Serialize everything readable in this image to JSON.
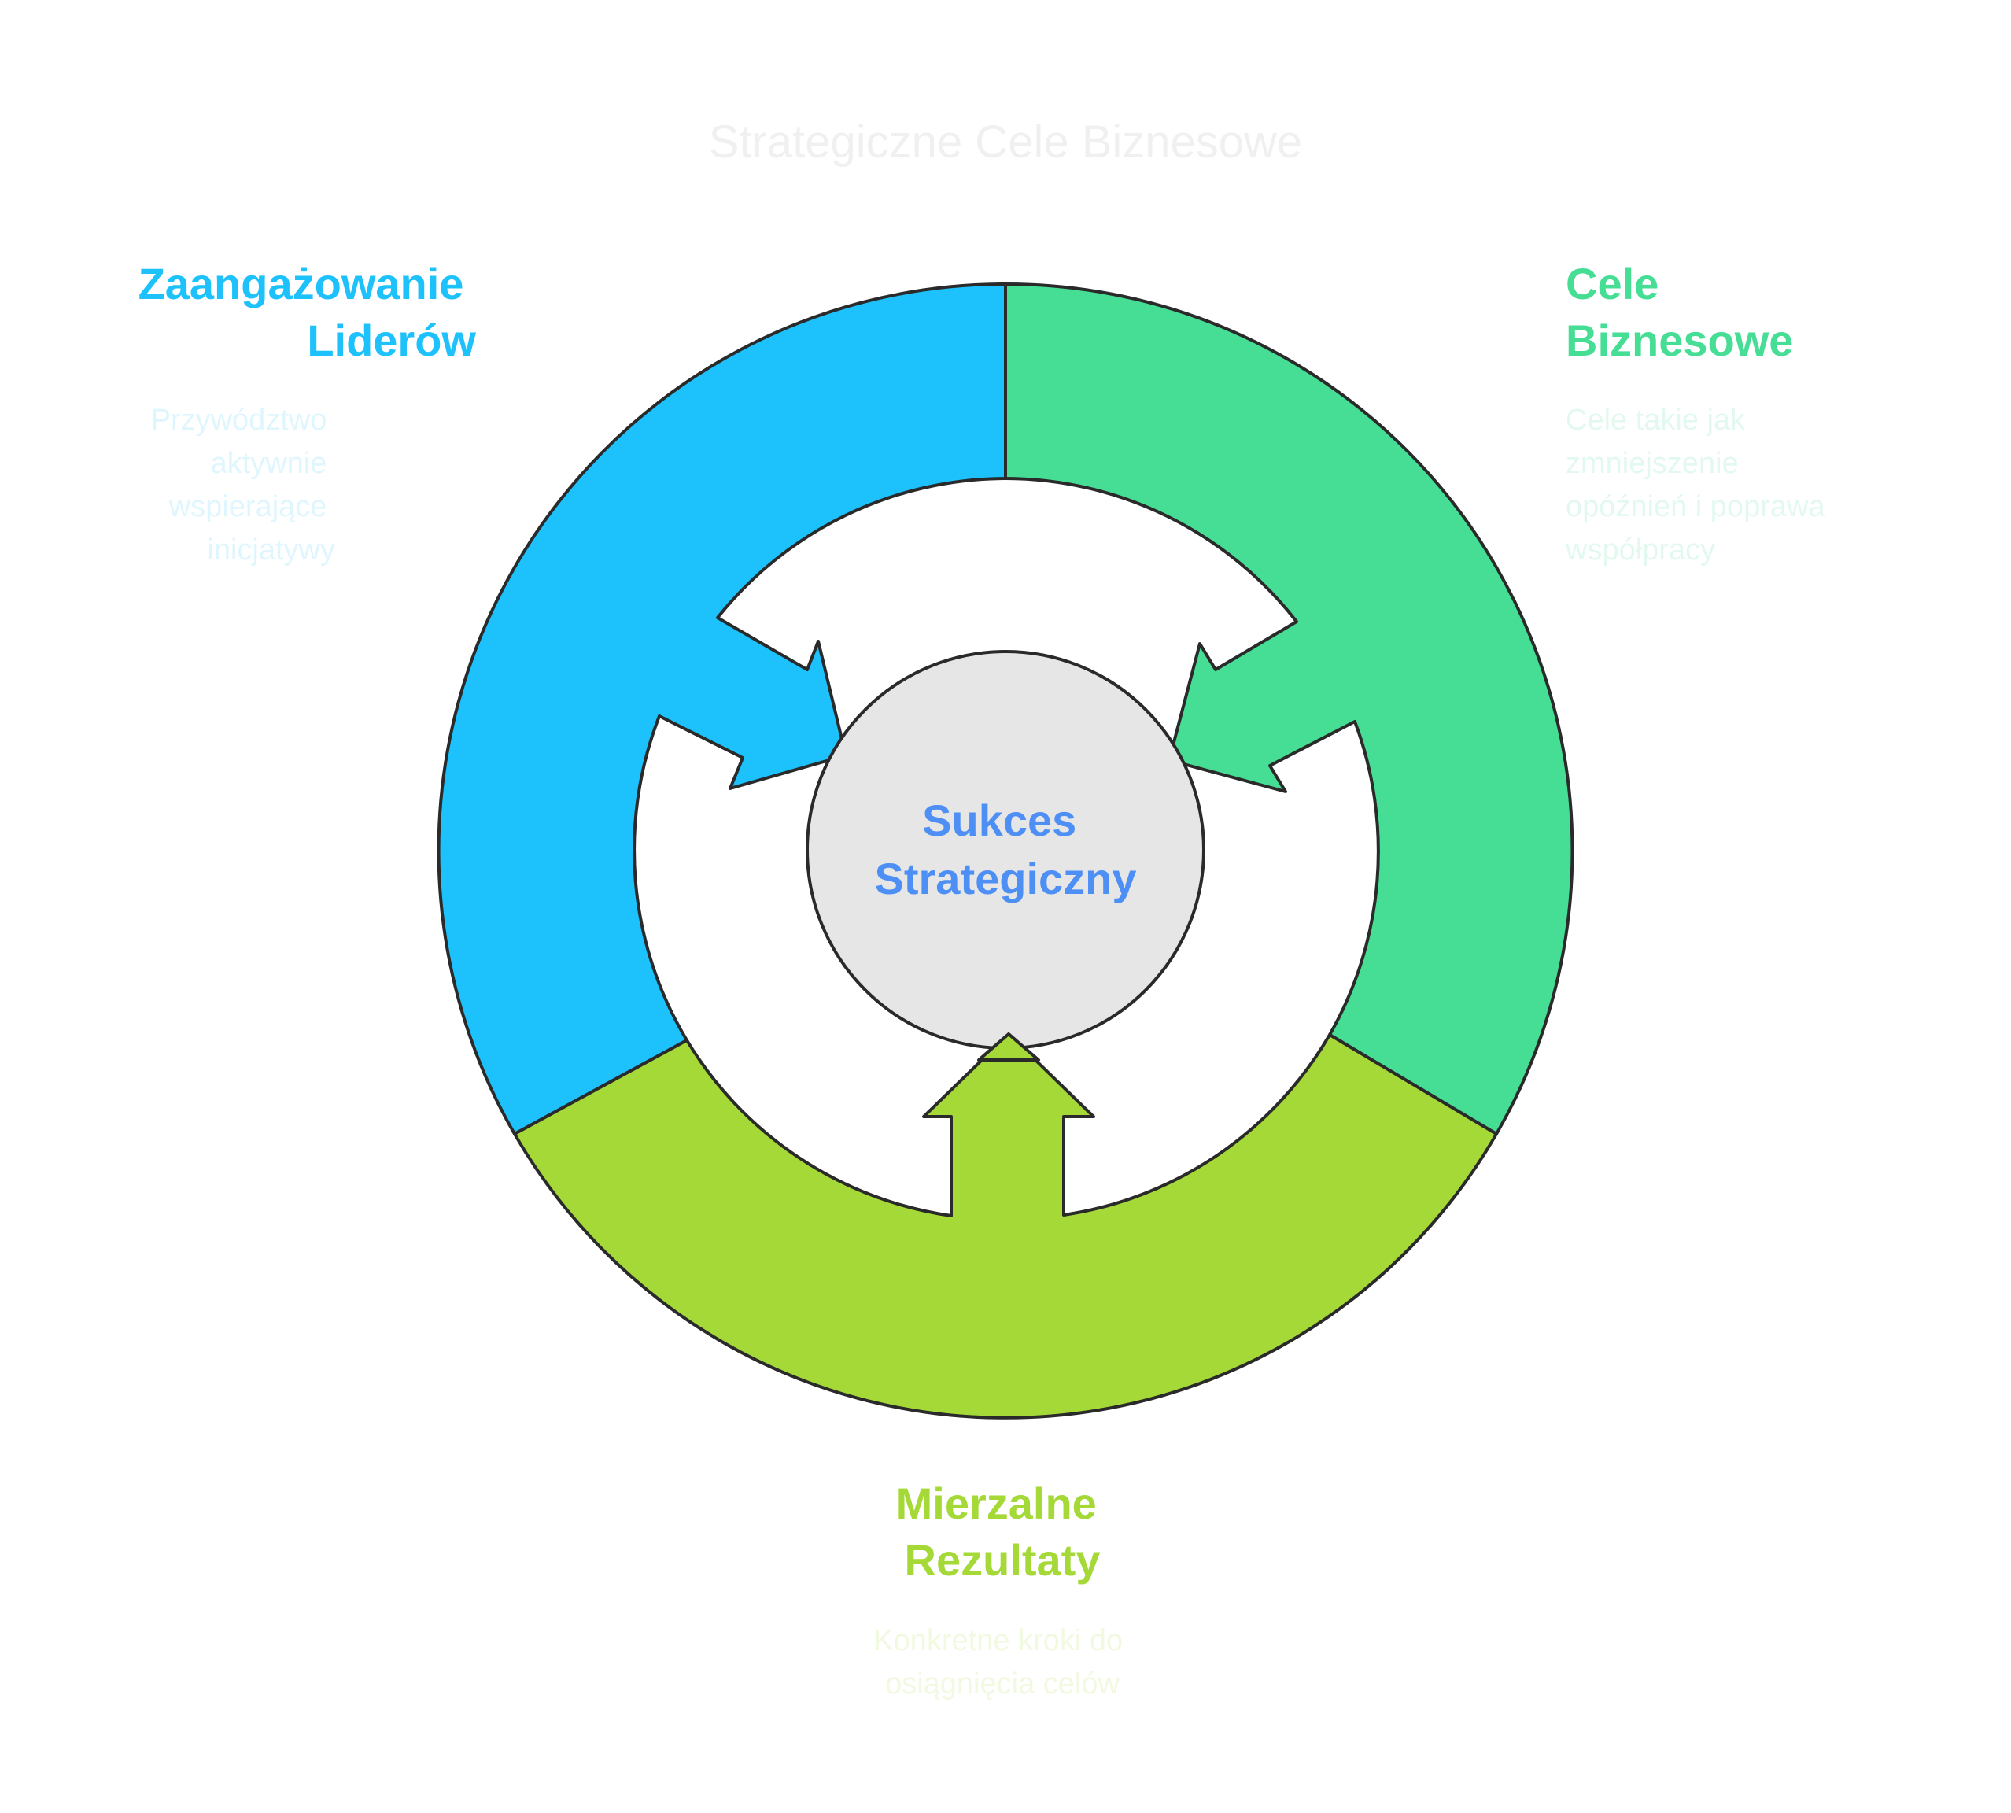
{
  "title": "Strategiczne Cele Biznesowe",
  "center": {
    "line1": "Sukces",
    "line2": "Strategiczny"
  },
  "segments": {
    "leadership": {
      "title_line1": "Zaangażowanie",
      "title_line2": "Liderów",
      "desc_lines": [
        "Przywództwo",
        "aktywnie",
        "wspierające",
        "inicjatywy"
      ]
    },
    "business_goals": {
      "title_line1": "Cele",
      "title_line2": "Biznesowe",
      "desc_lines": [
        "Cele takie jak",
        "zmniejszenie",
        "opóźnień i poprawa",
        "współpracy"
      ]
    },
    "results": {
      "title_line1": "Mierzalne",
      "title_line2": "Rezultaty",
      "desc_lines": [
        "Konkretne kroki do",
        "osiągnięcia celów"
      ]
    }
  },
  "colors": {
    "title": "#f0f0f0",
    "leadership": "#1dc1fb",
    "leadership_desc": "#e0f6fe",
    "business_goals": "#46dd95",
    "business_goals_desc": "#e3f9ef",
    "results": "#a5d937",
    "results_desc": "#f1f9e1",
    "center_fill": "#e6e6e6",
    "center_text": "#4d8ff5",
    "stroke": "#2a2a2a"
  }
}
